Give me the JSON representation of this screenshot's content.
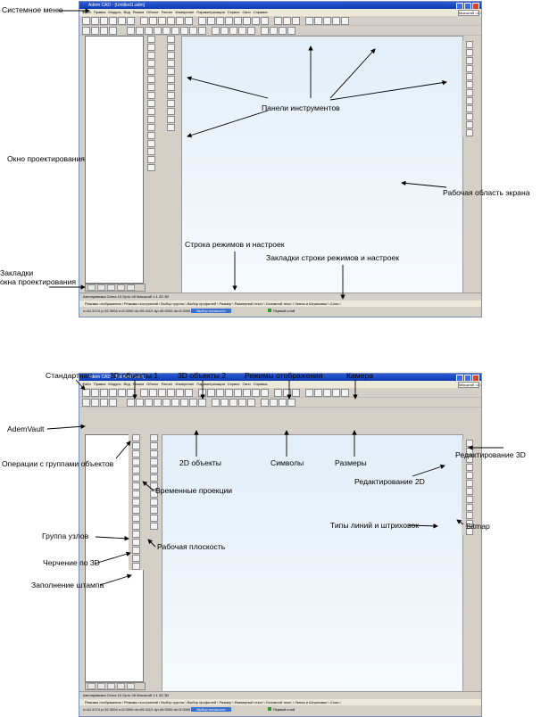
{
  "app": {
    "title_top": "Adem CAD - [Untitled1.adm]",
    "title_bottom": "Adem CAD - [Untitled1.adm]",
    "menu": [
      "Файл",
      "Правка",
      "Модуль",
      "Вид",
      "Режим",
      "Объект",
      "Расчет",
      "Измерение",
      "Параметризация",
      "Сервис",
      "Окно",
      "Справка"
    ],
    "scale_value": "Масштаб =1:1"
  },
  "modebar": {
    "text": "Автопривязка   Сетка 10   Орто 45   Масштаб 1:1   2D   3D"
  },
  "mode_tabs": {
    "text": "Режимы отображения \\ Режимы построений \\ Выбор группы \\ Выбор профилей \\ Размер \\ Размерный текст \\ Основной текст \\ Линии и Штриховки \\ Слои /"
  },
  "status": {
    "coords": "x=44.3174   y=32.3004   z=0.0000   dx=95.4112   dy=45.0000   dz=0.0000",
    "layer_field": "Выбор плоскости",
    "layer_name": "Первый слой"
  },
  "annotations_top": {
    "system_menu": "Системное меню",
    "toolbars": "Панели инструментов",
    "design_window": "Окно проектирования",
    "work_area": "Рабочая область экрана",
    "mode_string": "Строка режимов и настроек",
    "mode_tabs": "Закладки строки режимов и настроек",
    "design_tabs_1": "Закладки",
    "design_tabs_2": "окна проектирования"
  },
  "annotations_bottom": {
    "standard": "Стандартная",
    "obj3d_1": "3D объекты 1",
    "obj3d_2": "3D объекты 2",
    "display_modes": "Режимы отображения",
    "camera": "Камера",
    "ademvault": "AdemVault",
    "group_ops": "Операции с группами объектов",
    "obj2d": "2D объекты",
    "symbols": "Символы",
    "dimensions": "Размеры",
    "edit3d": "Редактирование 3D",
    "edit2d": "Редактирование 2D",
    "temp_projections": "Временные проекции",
    "line_types_1": "Типы линий и штриховок",
    "bitmap": "Bitmap",
    "node_group": "Группа узлов",
    "work_plane": "Рабочая плоскость",
    "drawing_3d": "Черчение по 3D",
    "stamp_fill": "Заполнение штампа"
  }
}
